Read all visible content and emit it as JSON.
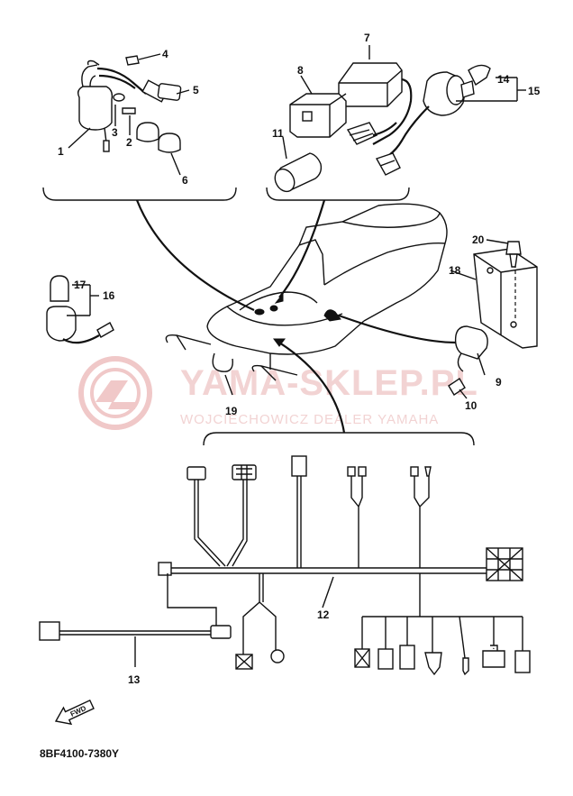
{
  "diagram": {
    "document_code": "8BF4100-7380Y",
    "direction_badge": "FWD",
    "watermark": {
      "main": "YAMA-SKLEP.PL",
      "sub": "WOJCIECHOWICZ DEALER YAMAHA"
    },
    "callouts": [
      {
        "id": "c1",
        "label": "1"
      },
      {
        "id": "c2",
        "label": "2"
      },
      {
        "id": "c3",
        "label": "3"
      },
      {
        "id": "c4",
        "label": "4"
      },
      {
        "id": "c5",
        "label": "5"
      },
      {
        "id": "c6",
        "label": "6"
      },
      {
        "id": "c7",
        "label": "7"
      },
      {
        "id": "c8",
        "label": "8"
      },
      {
        "id": "c9",
        "label": "9"
      },
      {
        "id": "c10",
        "label": "10"
      },
      {
        "id": "c11",
        "label": "11"
      },
      {
        "id": "c12",
        "label": "12"
      },
      {
        "id": "c13",
        "label": "13"
      },
      {
        "id": "c14",
        "label": "14"
      },
      {
        "id": "c15",
        "label": "15"
      },
      {
        "id": "c16",
        "label": "16"
      },
      {
        "id": "c17",
        "label": "17"
      },
      {
        "id": "c18",
        "label": "18"
      },
      {
        "id": "c19",
        "label": "19"
      },
      {
        "id": "c20",
        "label": "20"
      }
    ]
  }
}
